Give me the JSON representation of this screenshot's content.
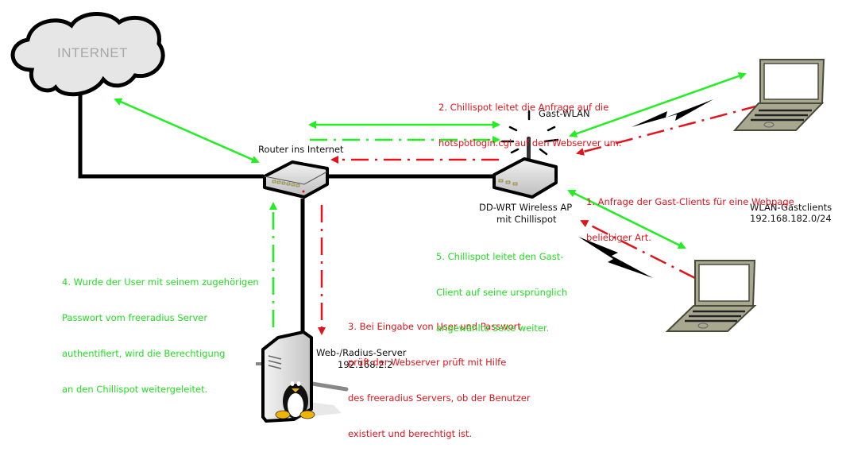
{
  "colors": {
    "green_flow": "#22ee22",
    "red_flow": "#e0141c",
    "cable": "#000000",
    "cloud_fill": "#e6e6e6",
    "device_fill": "#d9d9d9",
    "laptop_body": "#a8a890"
  },
  "nodes": {
    "internet": {
      "label": "INTERNET"
    },
    "router": {
      "label": "Router ins Internet"
    },
    "access_point": {
      "label_line1": "DD-WRT Wireless AP",
      "label_line2": "mit Chillispot",
      "ssid_label": "Gast-WLAN"
    },
    "server": {
      "label_line1": "Web-/Radius-Server",
      "label_line2": "192.168.2.2"
    },
    "clients": {
      "label_line1": "WLAN-Gastclients",
      "label_line2": "192.168.182.0/24"
    }
  },
  "steps": [
    {
      "id": 1,
      "color": "red",
      "lines": [
        "1. Anfrage der Gast-Clients für eine Webpage",
        "beliebiger Art."
      ]
    },
    {
      "id": 2,
      "color": "red",
      "lines": [
        "2. Chillispot leitet die Anfrage auf die",
        "hotspotlogin.cgi auf den Webserver um."
      ]
    },
    {
      "id": 3,
      "color": "red",
      "lines": [
        "3. Bei Eingabe von User und Passwort",
        "prüft der Webserver prüft mit Hilfe",
        "des freeradius Servers, ob der Benutzer",
        "existiert und berechtigt ist."
      ]
    },
    {
      "id": 4,
      "color": "green",
      "lines": [
        "4. Wurde der User mit seinem zugehörigen",
        "Passwort vom freeradius Server",
        "authentifiert, wird die Berechtigung",
        "an den Chillispot weitergeleitet."
      ]
    },
    {
      "id": 5,
      "color": "green",
      "lines": [
        "5. Chillispot leitet den Gast-",
        "Client auf seine ursprünglich",
        "angewählte Seite weiter."
      ]
    }
  ]
}
